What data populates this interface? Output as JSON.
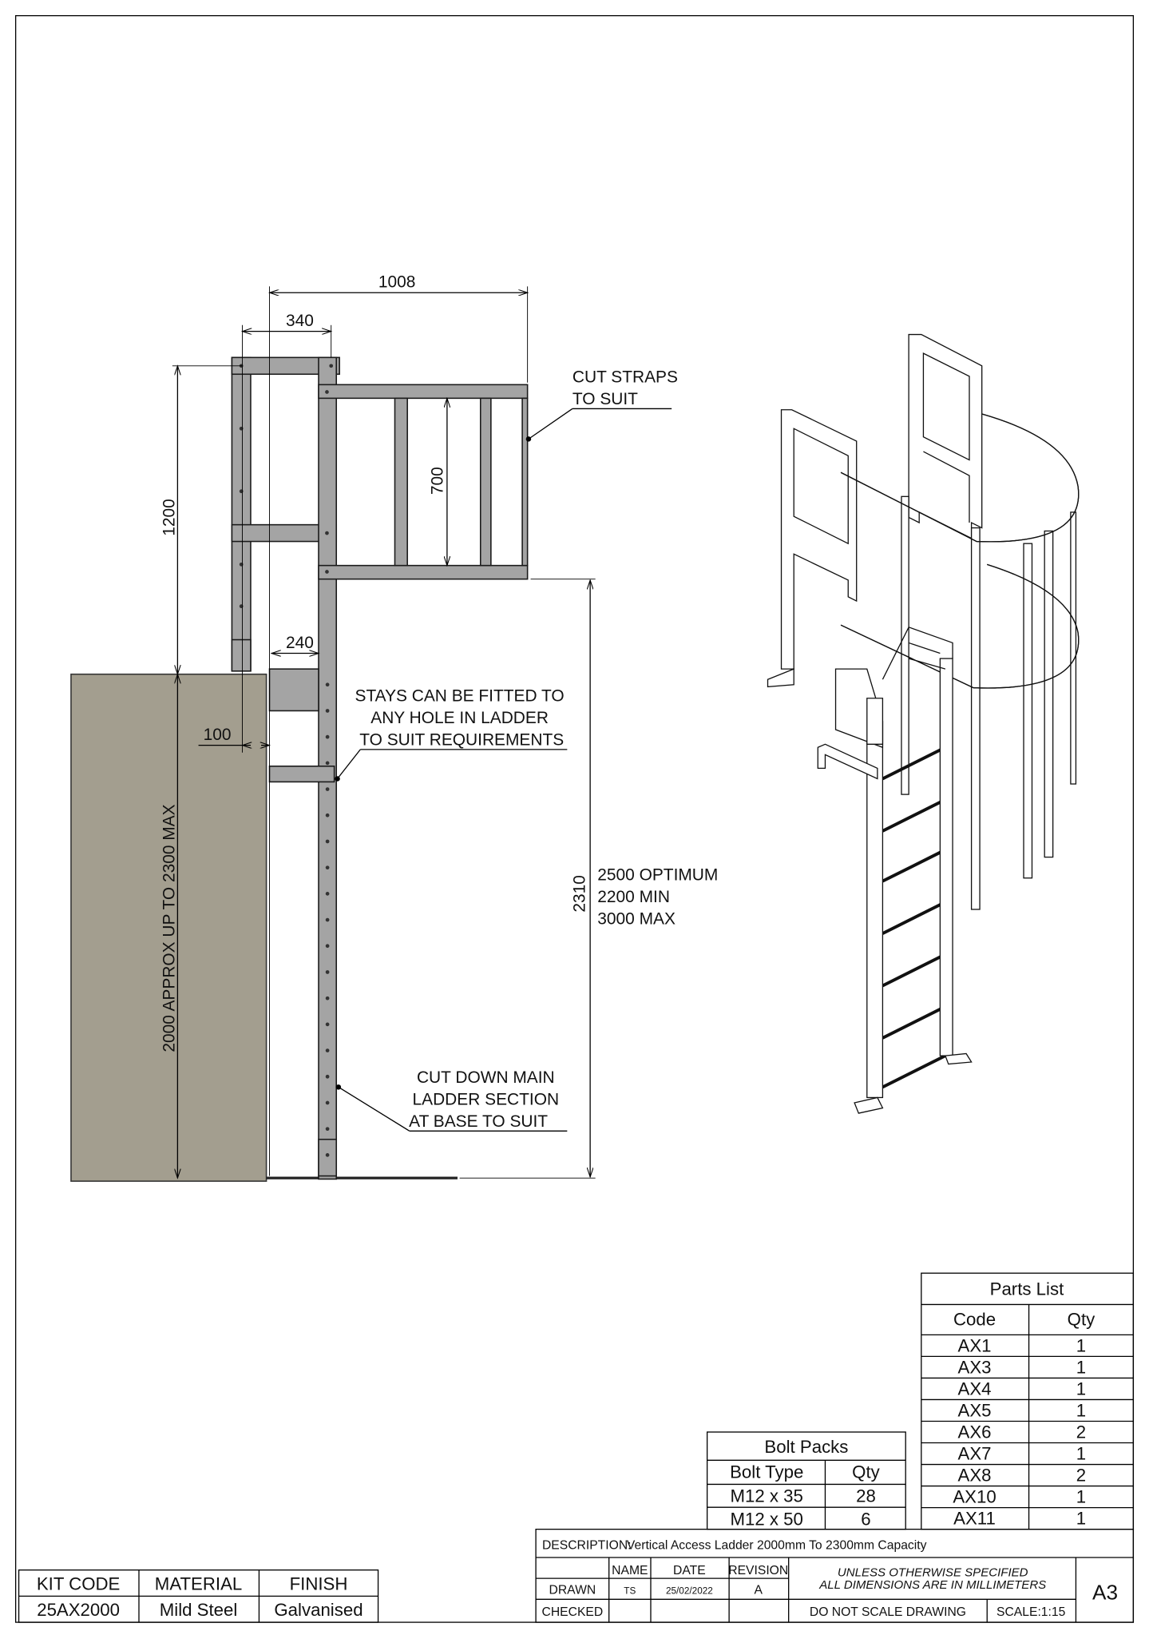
{
  "drawing": {
    "dimensions": {
      "overall_width": "1008",
      "frame_width": "340",
      "frame_height": "1200",
      "cage_height": "700",
      "stay_length": "240",
      "wall_gap": "100",
      "platform_height": "2310",
      "wall_height": "2000 APPROX UP TO 2300 MAX"
    },
    "height_note": [
      "2500 OPTIMUM",
      "2200 MIN",
      "3000 MAX"
    ],
    "notes": {
      "cut_straps": [
        "CUT STRAPS",
        "TO SUIT"
      ],
      "stays": [
        "STAYS CAN BE FITTED TO",
        "ANY HOLE IN LADDER",
        "TO SUIT REQUIREMENTS"
      ],
      "cut_down": [
        "CUT DOWN MAIN",
        "LADDER SECTION",
        "AT BASE TO SUIT"
      ]
    },
    "colors": {
      "wall": "#a39e8f",
      "steel": "#a4a4a4"
    }
  },
  "parts_list": {
    "title": "Parts List",
    "headers": [
      "Code",
      "Qty"
    ],
    "rows": [
      [
        "AX1",
        "1"
      ],
      [
        "AX3",
        "1"
      ],
      [
        "AX4",
        "1"
      ],
      [
        "AX5",
        "1"
      ],
      [
        "AX6",
        "2"
      ],
      [
        "AX7",
        "1"
      ],
      [
        "AX8",
        "2"
      ],
      [
        "AX10",
        "1"
      ],
      [
        "AX11",
        "1"
      ]
    ]
  },
  "bolt_packs": {
    "title": "Bolt Packs",
    "headers": [
      "Bolt Type",
      "Qty"
    ],
    "rows": [
      [
        "M12 x 35",
        "28"
      ],
      [
        "M12 x 50",
        "6"
      ]
    ]
  },
  "kit": {
    "headers": [
      "KIT CODE",
      "MATERIAL",
      "FINISH"
    ],
    "values": [
      "25AX2000",
      "Mild Steel",
      "Galvanised"
    ]
  },
  "title_block": {
    "description_label": "DESCRIPTION:",
    "description": "Vertical Access Ladder 2000mm To 2300mm Capacity",
    "col_name": "NAME",
    "col_date": "DATE",
    "col_revision": "REVISION",
    "drawn_label": "DRAWN",
    "drawn_name": "TS",
    "drawn_date": "25/02/2022",
    "revision": "A",
    "checked_label": "CHECKED",
    "units_note": [
      "UNLESS OTHERWISE SPECIFIED",
      "ALL DIMENSIONS ARE IN MILLIMETERS"
    ],
    "no_scale": "DO NOT SCALE DRAWING",
    "scale": "SCALE:1:15",
    "sheet_size": "A3"
  }
}
